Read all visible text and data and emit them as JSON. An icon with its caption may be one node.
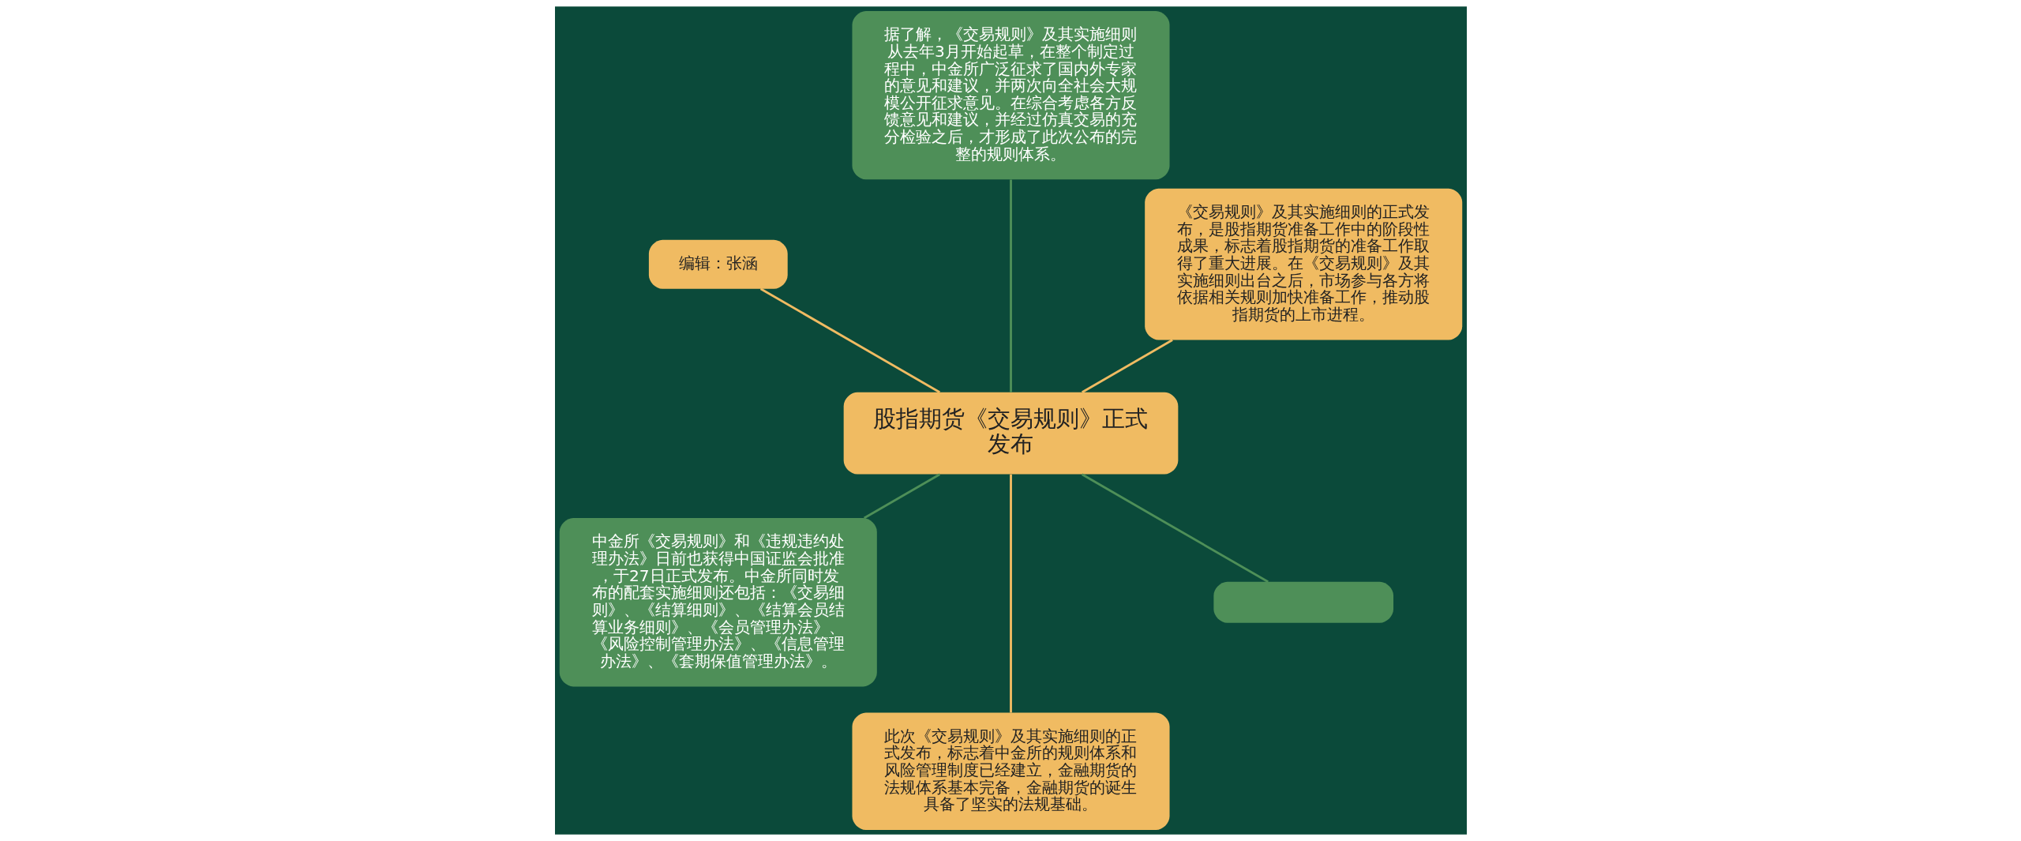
{
  "diagram": {
    "nodes": [
      {
        "text": [
          "股指期货《交易规则》正式发布"
        ]
      },
      {
        "text": [
          "《交易规则》及其实施细则的正式发布，是股指期货准备工作中的阶段性成果，标志着股指期货的准备工作取得了重大进展。在《交易规则》及其实施细则出台之后，市场参与各方将依据相关规则加快准备工作，推动股指期货的上市进程。"
        ]
      },
      {
        "text": [
          "据了解，《交易规则》及其实施细则从去年3月开始起草，在整个制定过程中，中金所广泛征求了国内外专家的意见和建议，并两次向全社会大规模公开征求意见。在综合考虑各方反馈意见和建议，并经过仿真交易的充分检验之后，才形成了此次公布的完整的规则体系。"
        ]
      },
      {
        "text": [
          "编辑：张涵"
        ]
      },
      {
        "text": [
          "中金所《交易规则》和《违规违约处理办法》日前也获得中国证监会批准，于27日正式发布。中金所同时发布的配套实施细则还包括：《交易细则》、《结算细则》、《结算会员结算业务细则》、《会员管理办法》、《风险控制管理办法》、《信息管理办法》、《套期保值管理办法》。"
        ]
      },
      {
        "text": [
          "此次《交易规则》及其实施细则的正式发布，标志着中金所的规则体系和风险管理制度已经建立，金融期货的法规体系基本完备，金融期货的诞生具备了坚实的法规基础。"
        ]
      },
      {
        "text": [],
        "shape": "box"
      }
    ],
    "edges": [
      {
        "from": 0,
        "to": 1,
        "arrow": "none",
        "color": "#f0bb62"
      },
      {
        "from": 0,
        "to": 2,
        "arrow": "none",
        "color": "#4e8f58"
      },
      {
        "from": 0,
        "to": 3,
        "arrow": "none",
        "color": "#f0bb62"
      },
      {
        "from": 0,
        "to": 4,
        "arrow": "none",
        "color": "#4e8f58"
      },
      {
        "from": 0,
        "to": 5,
        "arrow": "none",
        "color": "#f0bb62"
      },
      {
        "from": 0,
        "to": 6,
        "arrow": "none",
        "color": "#4e8f58"
      }
    ]
  }
}
